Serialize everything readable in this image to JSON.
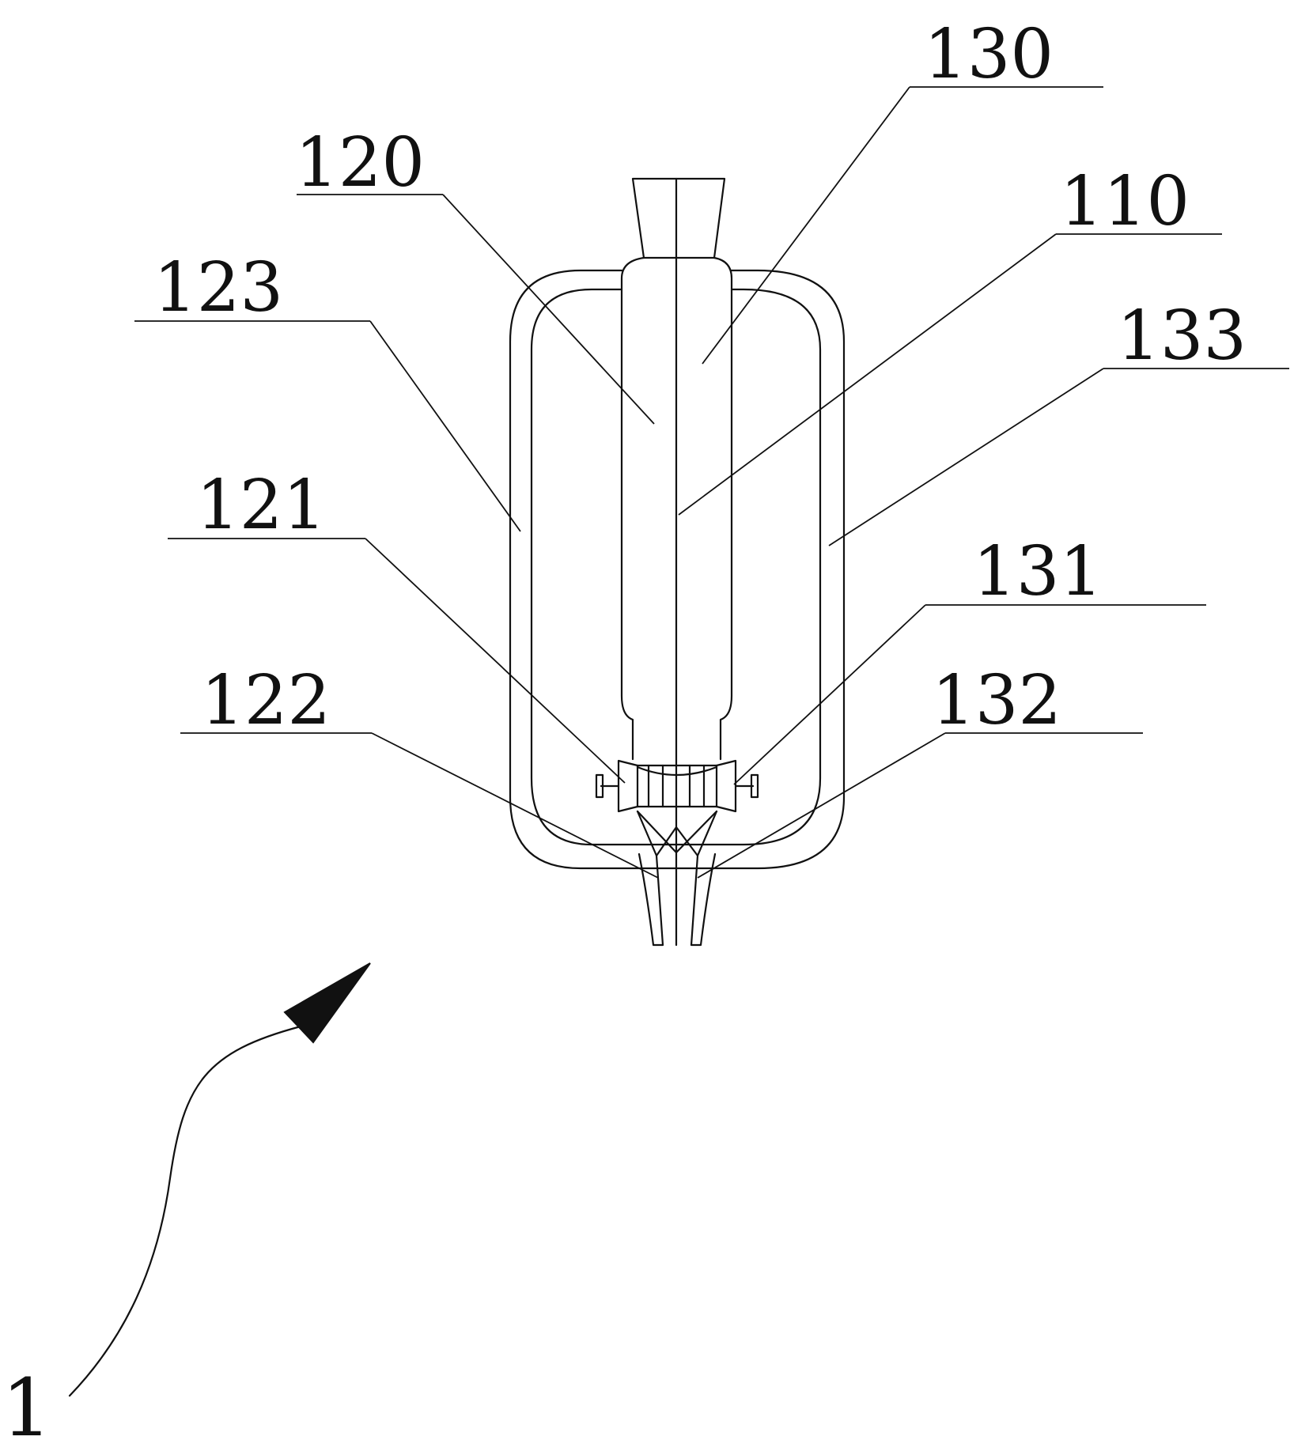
{
  "labels": {
    "l130": "130",
    "l120": "120",
    "l110": "110",
    "l123": "123",
    "l133": "133",
    "l121": "121",
    "l131": "131",
    "l122": "122",
    "l132": "132",
    "l1": "1"
  },
  "colors": {
    "line": "#111111",
    "background": "#ffffff"
  }
}
